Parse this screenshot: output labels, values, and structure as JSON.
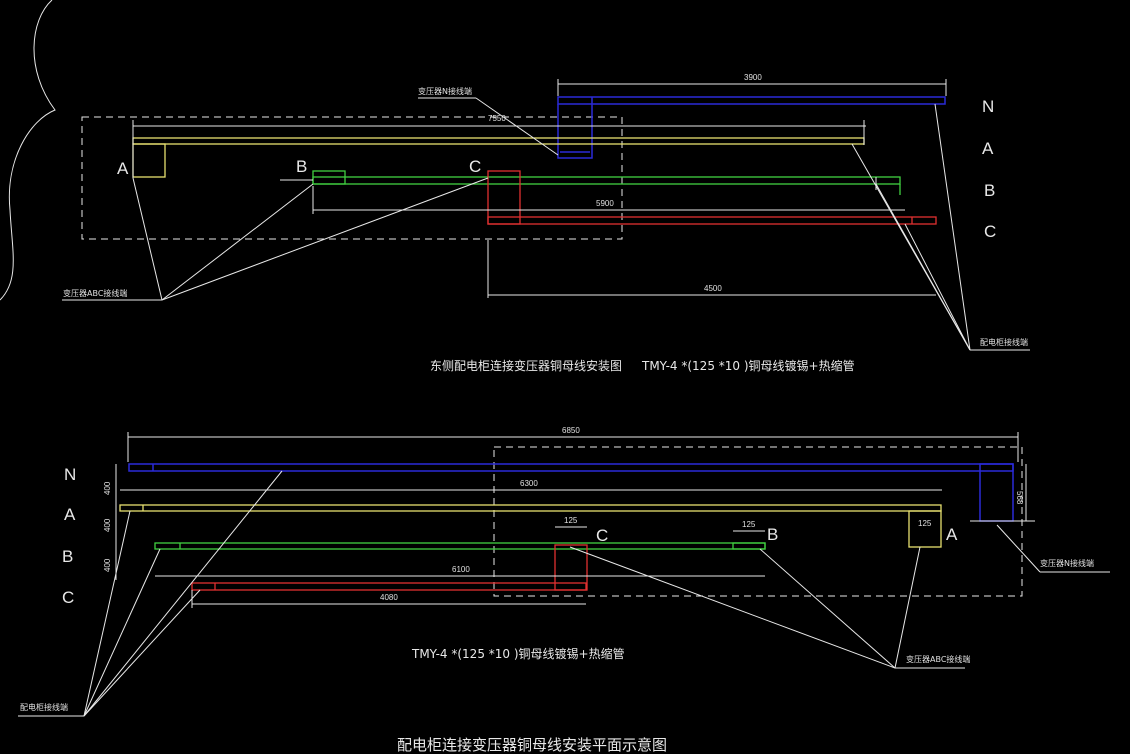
{
  "top": {
    "label_transformer_n": "变压器N接线端",
    "label_transformer_abc": "变压器ABC接线端",
    "label_cabinet": "配电柜接线端",
    "dim_3900": "3900",
    "dim_7550": "7550",
    "dim_5900": "5900",
    "dim_4500": "4500",
    "phase_A": "A",
    "phase_B": "B",
    "phase_C": "C",
    "legend_N": "N",
    "legend_A": "A",
    "legend_B": "B",
    "legend_C": "C",
    "caption": "东侧配电柜连接变压器铜母线安装图",
    "spec": "TMY-4 *(125 *10 )铜母线镀锡+热缩管"
  },
  "bottom": {
    "dim_6850": "6850",
    "dim_6300": "6300",
    "dim_6100": "6100",
    "dim_4080": "4080",
    "dim_125_c": "125",
    "dim_125_b": "125",
    "dim_125_a": "125",
    "dim_400_1": "400",
    "dim_400_2": "400",
    "dim_400_3": "400",
    "dim_568": "568",
    "phase_A": "A",
    "phase_B": "B",
    "phase_C": "C",
    "legend_N": "N",
    "legend_A": "A",
    "legend_B": "B",
    "legend_C": "C",
    "label_transformer_n": "变压器N接线端",
    "label_transformer_abc": "变压器ABC接线端",
    "label_cabinet": "配电柜接线端",
    "spec": "TMY-4 *(125 *10 )铜母线镀锡+热缩管",
    "title": "配电柜连接变压器铜母线安装平面示意图"
  },
  "colors": {
    "N": "#2a2ad8",
    "A": "#e8e070",
    "B": "#40d040",
    "C": "#e03030"
  }
}
